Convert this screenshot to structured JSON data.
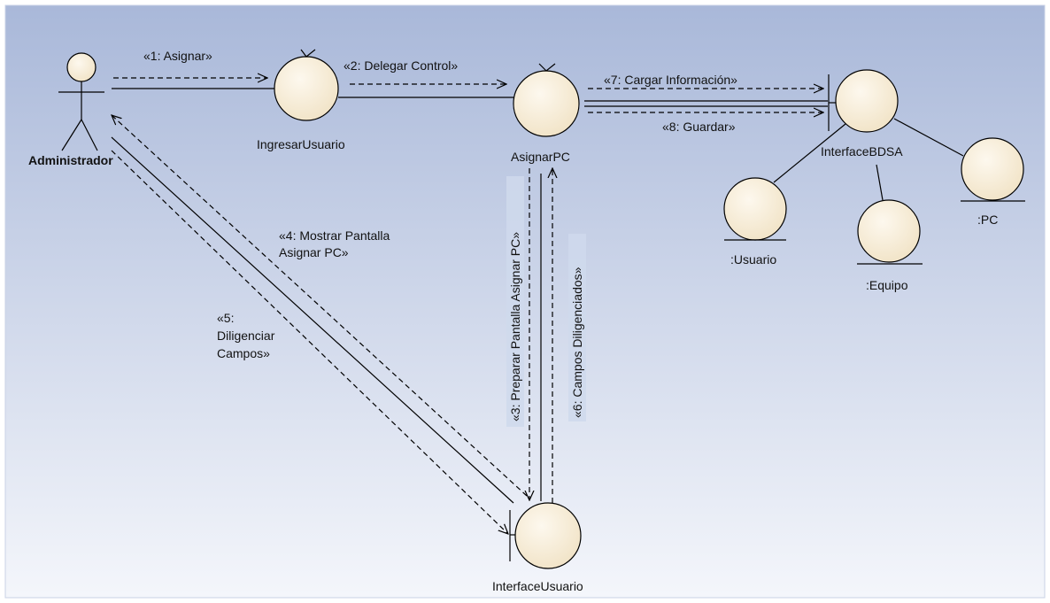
{
  "diagram": {
    "actor": {
      "name": "Administrador"
    },
    "objects": {
      "ingresar_usuario": "IngresarUsuario",
      "asignar_pc": "AsignarPC",
      "interface_bdsa": "InterfaceBDSA",
      "interface_usuario": "InterfaceUsuario",
      "usuario_entity": ":Usuario",
      "equipo_entity": ":Equipo",
      "pc_entity": ":PC"
    },
    "messages": {
      "m1": "«1: Asignar»",
      "m2": "«2: Delegar Control»",
      "m3": "«3: Preparar Pantalla Asignar PC»",
      "m4_line1": "«4: Mostrar Pantalla",
      "m4_line2": "Asignar PC»",
      "m5_line1": "«5:",
      "m5_line2": "Diligenciar",
      "m5_line3": "Campos»",
      "m6": "«6: Campos Diligenciados»",
      "m7": "«7: Cargar Información»",
      "m8": "«8: Guardar»"
    },
    "colors": {
      "background_top": "#a9b8d9",
      "background_bottom": "#f4f6fb",
      "object_fill": "#f7ecd6",
      "line": "#000000"
    }
  }
}
